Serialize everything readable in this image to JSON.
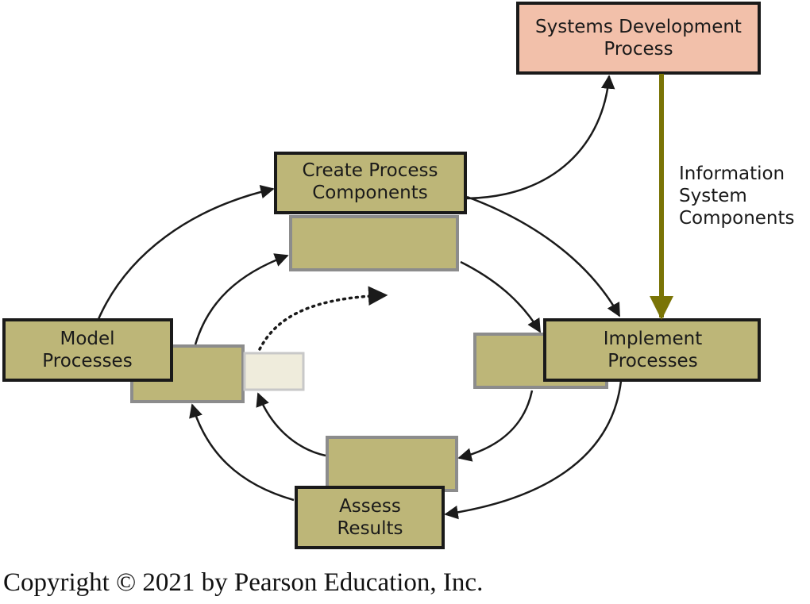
{
  "colors": {
    "olive": "#bdb678",
    "salmon": "#f2c0aa",
    "pale": "#efecdc",
    "border_dark": "#1a1a1a",
    "border_gray": "#8c8c8c",
    "arrow_olive": "#7a7406"
  },
  "nodes": {
    "systems_development": {
      "line1": "Systems Development",
      "line2": "Process"
    },
    "create_process": {
      "line1": "Create Process",
      "line2": "Components"
    },
    "model_processes": {
      "line1": "Model",
      "line2": "Processes"
    },
    "implement_processes": {
      "line1": "Implement",
      "line2": "Processes"
    },
    "assess_results": {
      "line1": "Assess",
      "line2": "Results"
    }
  },
  "edge_label": {
    "line1": "Information",
    "line2": "System",
    "line3": "Components"
  },
  "copyright": "Copyright © 2021 by Pearson Education, Inc."
}
